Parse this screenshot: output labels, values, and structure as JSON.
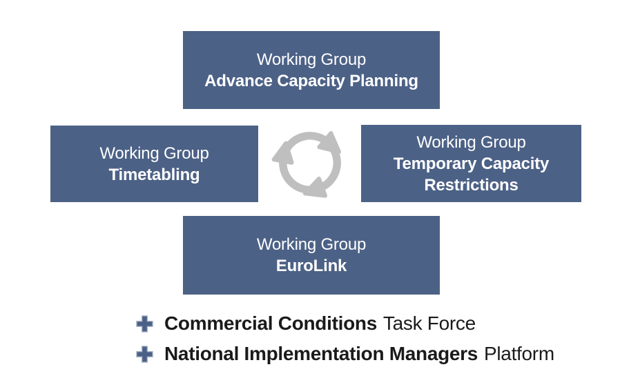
{
  "boxes": {
    "top": {
      "line1": "Working Group",
      "line2": "Advance Capacity Planning"
    },
    "left": {
      "line1": "Working Group",
      "line2": "Timetabling"
    },
    "right": {
      "line1": "Working Group",
      "line2": "Temporary Capacity Restrictions"
    },
    "bottom": {
      "line1": "Working Group",
      "line2": "EuroLink"
    }
  },
  "center_icon": "cycle-arrows-icon",
  "items": [
    {
      "bold": "Commercial Conditions",
      "regular": "Task Force"
    },
    {
      "bold": "National Implementation Managers",
      "regular": "Platform"
    }
  ],
  "colors": {
    "box_fill": "#4C6186",
    "plus_fill": "#4A6086",
    "plus_border": "#A9B4C8",
    "arrows_gray": "#BFBFBF",
    "text_on_box": "#FFFFFF",
    "text_dark": "#1A1A1A",
    "background": "#FFFFFF"
  }
}
